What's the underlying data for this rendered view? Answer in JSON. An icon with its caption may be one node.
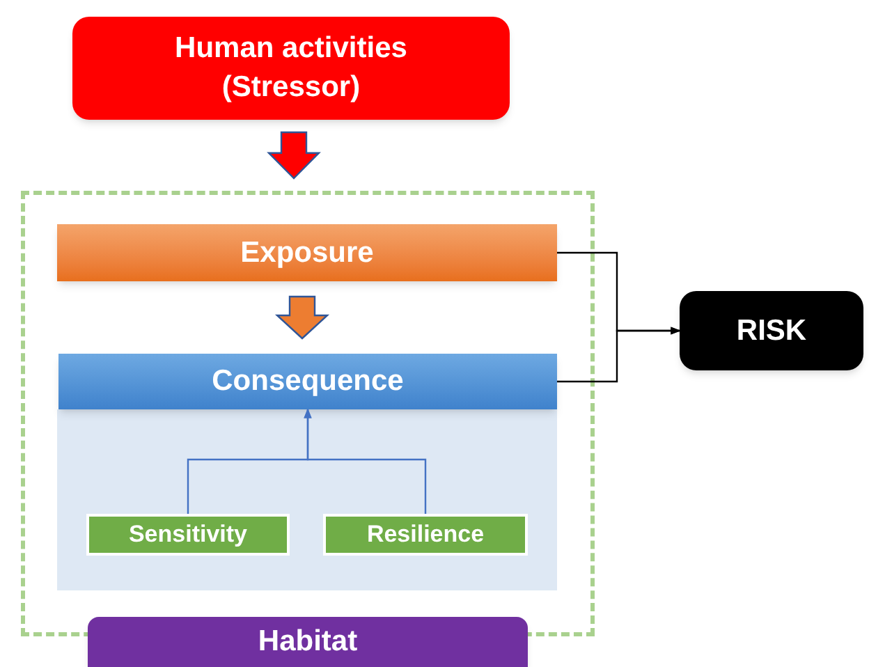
{
  "diagram": {
    "nodes": [
      {
        "text": [
          "Human activities (Stressor)"
        ]
      },
      {
        "text": [],
        "shape": "box"
      },
      {
        "text": [
          "Exposure"
        ],
        "in": 1
      },
      {
        "text": [
          "Consequence"
        ],
        "in": 1
      },
      {
        "text": [],
        "shape": "box",
        "in": 1
      },
      {
        "text": [
          "Sensitivity"
        ],
        "in": 4
      },
      {
        "text": [
          "Resilience"
        ],
        "in": 4
      },
      {
        "text": [
          "Habitat"
        ]
      },
      {
        "text": [
          "RISK"
        ]
      }
    ],
    "edges": [
      {
        "from": 0,
        "to": 1,
        "arrow": "to",
        "style": "thick",
        "color": "#ff0000"
      },
      {
        "from": 2,
        "to": 3,
        "arrow": "to",
        "style": "thick",
        "color": "#ed7d31"
      },
      {
        "from": 5,
        "to": 3,
        "arrow": "to",
        "color": "#4472c4"
      },
      {
        "from": 6,
        "to": 3,
        "arrow": "to",
        "color": "#4472c4"
      },
      {
        "from": 2,
        "to": 8,
        "arrow": "to",
        "color": "#000000"
      },
      {
        "from": 3,
        "to": 8,
        "arrow": "to",
        "color": "#000000"
      }
    ]
  }
}
